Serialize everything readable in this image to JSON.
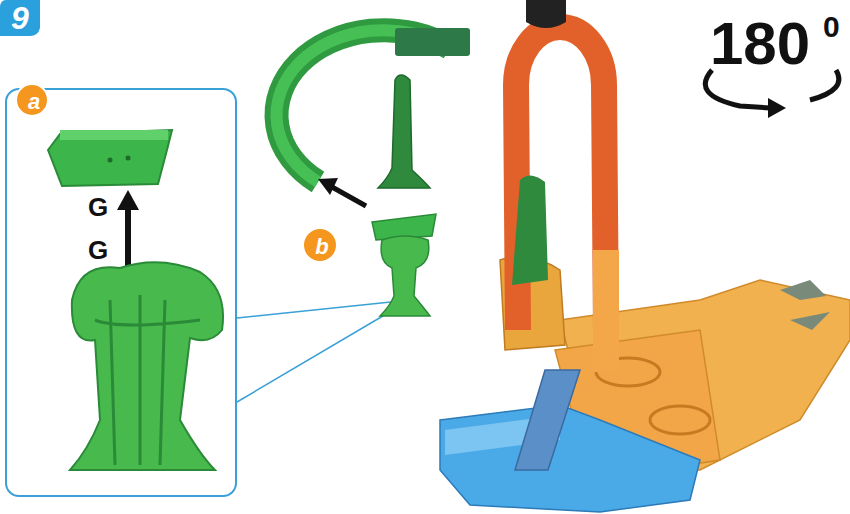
{
  "diagram": {
    "nodes": [
      {
        "text": [
          "9"
        ]
      },
      {
        "text": [
          "G",
          "G"
        ]
      },
      {
        "text": [
          "a"
        ],
        "in": 1
      },
      {
        "text": [
          "b"
        ]
      }
    ],
    "labels": [
      "180",
      "0"
    ]
  }
}
